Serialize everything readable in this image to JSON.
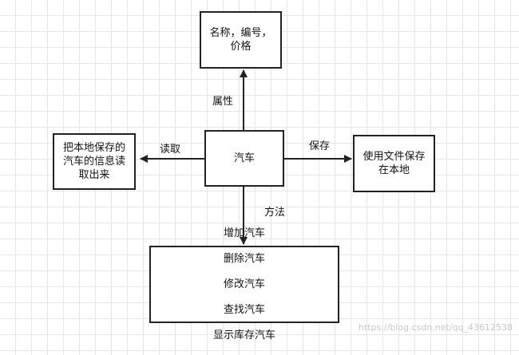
{
  "nodes": {
    "attributes": "名称，编号，\n价格",
    "center": "汽车",
    "read_box": "把本地保存的\n汽车的信息读\n取出来",
    "save_box": "使用文件保存\n在本地",
    "methods": [
      "增加汽车",
      "删除汽车",
      "修改汽车",
      "查找汽车",
      "显示库存汽车"
    ]
  },
  "edges": {
    "attributes_label": "属性",
    "read_label": "读取",
    "save_label": "保存",
    "methods_label": "方法"
  },
  "watermark": "https://blog.csdn.net/qq_43612538"
}
